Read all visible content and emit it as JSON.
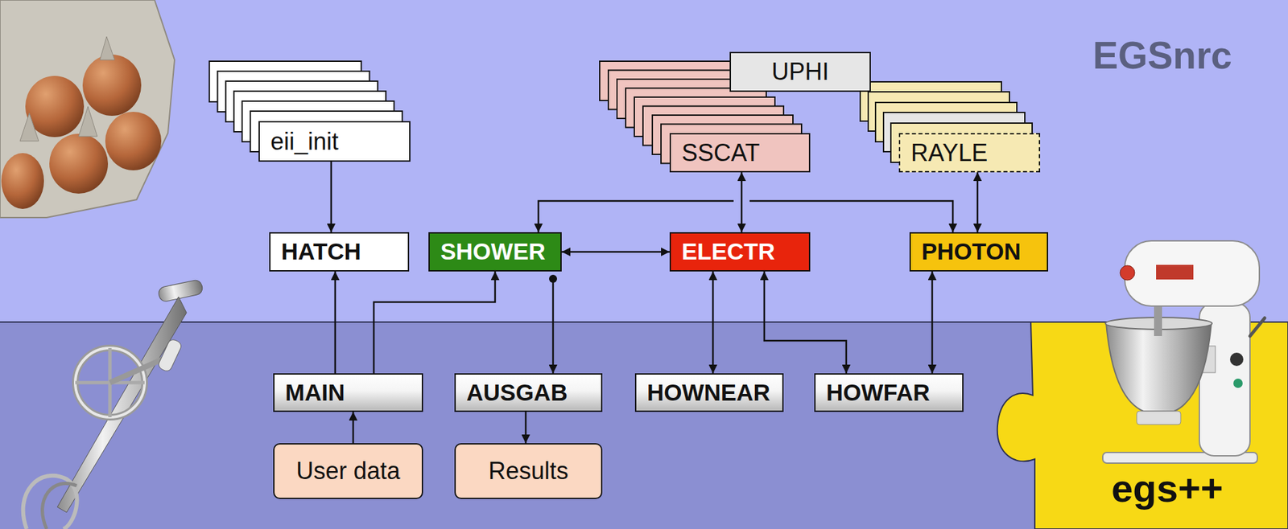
{
  "diagram": {
    "nodes": [
      {
        "text": [
          "eii_init"
        ]
      },
      {
        "text": [
          "UPHI"
        ]
      },
      {
        "text": [
          "SSCAT"
        ]
      },
      {
        "text": [
          "RAYLE"
        ]
      },
      {
        "text": [
          "HATCH"
        ]
      },
      {
        "text": [
          "SHOWER"
        ]
      },
      {
        "text": [
          "ELECTR"
        ]
      },
      {
        "text": [
          "PHOTON"
        ]
      },
      {
        "text": [
          "MAIN"
        ]
      },
      {
        "text": [
          "AUSGAB"
        ]
      },
      {
        "text": [
          "HOWNEAR"
        ]
      },
      {
        "text": [
          "HOWFAR"
        ]
      },
      {
        "text": [
          "User data"
        ]
      },
      {
        "text": [
          "Results"
        ]
      }
    ],
    "edges": [
      {
        "from": 0,
        "to": 4,
        "arrow": "to"
      },
      {
        "from": 8,
        "to": 4,
        "arrow": "to"
      },
      {
        "from": 8,
        "to": 5,
        "arrow": "to"
      },
      {
        "from": 12,
        "to": 8,
        "arrow": "to"
      },
      {
        "from": 5,
        "to": 6,
        "arrow": "both"
      },
      {
        "from": 2,
        "to": 6,
        "arrow": "both"
      },
      {
        "from": 5,
        "to": 7,
        "arrow": "both"
      },
      {
        "from": 3,
        "to": 7,
        "arrow": "both"
      },
      {
        "from": 6,
        "to": 10,
        "arrow": "both"
      },
      {
        "from": 6,
        "to": 11,
        "arrow": "both"
      },
      {
        "from": 7,
        "to": 11,
        "arrow": "both"
      },
      {
        "from": 9,
        "to": 13,
        "arrow": "to"
      }
    ],
    "labels": [
      "EGSnrc",
      "egs++"
    ]
  }
}
